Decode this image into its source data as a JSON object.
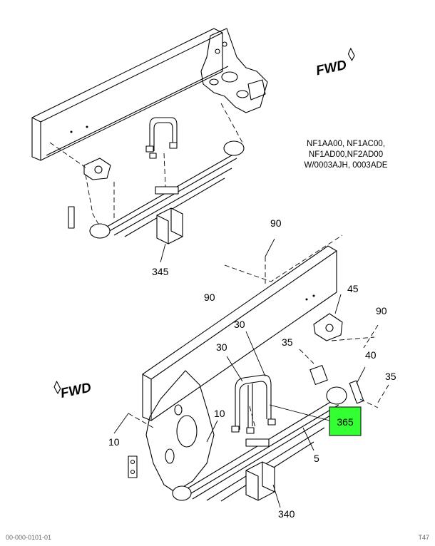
{
  "diagram": {
    "direction_labels": {
      "top": "FWD",
      "bottom": "FWD"
    },
    "model_note": [
      "NF1AA00, NF1AC00,",
      "NF1AD00,NF2AD00",
      "W/0003AJH, 0003ADE"
    ],
    "callouts": {
      "c345": "345",
      "c90a": "90",
      "c90b": "90",
      "c90c": "90",
      "c45": "45",
      "c30a": "30",
      "c30b": "30",
      "c35a": "35",
      "c35b": "35",
      "c40": "40",
      "c365": "365",
      "c10a": "10",
      "c10b": "10",
      "c5": "5",
      "c340": "340"
    },
    "highlight": {
      "part": "365",
      "color": "#33ff33"
    },
    "footer": {
      "left": "00-000-0101-01",
      "right": "T47"
    }
  }
}
